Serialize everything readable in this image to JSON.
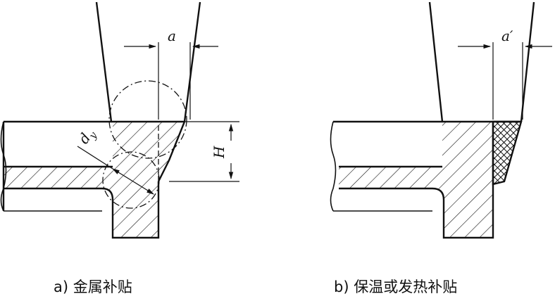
{
  "figure": {
    "panel_a": {
      "caption": "a) 金属补贴",
      "dimension_a": "a",
      "dimension_dy": "d",
      "dimension_dy_sub": "y",
      "dimension_H": "H"
    },
    "panel_b": {
      "caption": "b) 保温或发热补贴",
      "dimension_a_prime": "a′"
    }
  },
  "colors": {
    "line": "#111111",
    "background": "#ffffff"
  }
}
